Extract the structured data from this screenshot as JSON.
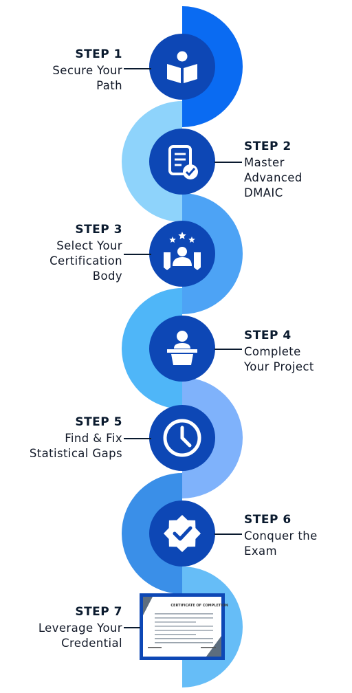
{
  "colors": {
    "icon_circle": "#0d47b5",
    "icon_fg": "#ffffff",
    "ink": "#0a1a2e"
  },
  "steps": [
    {
      "label": "STEP 1",
      "desc": "Secure Your\nPath",
      "icon": "open-book-reader-icon",
      "side": "left",
      "band_color": "#0a6bf2"
    },
    {
      "label": "STEP 2",
      "desc": "Master\nAdvanced\nDMAIC",
      "icon": "checked-document-icon",
      "side": "right",
      "band_color": "#8ed3fb"
    },
    {
      "label": "STEP 3",
      "desc": "Select Your\nCertification\nBody",
      "icon": "people-stars-icon",
      "side": "left",
      "band_color": "#4da3f5"
    },
    {
      "label": "STEP 4",
      "desc": "Complete\nYour Project",
      "icon": "presenter-podium-icon",
      "side": "right",
      "band_color": "#4fb6f8"
    },
    {
      "label": "STEP 5",
      "desc": "Find & Fix\nStatistical Gaps",
      "icon": "clock-icon",
      "side": "left",
      "band_color": "#7fb2fb"
    },
    {
      "label": "STEP 6",
      "desc": "Conquer the\nExam",
      "icon": "badge-check-icon",
      "side": "right",
      "band_color": "#3a8fe8"
    },
    {
      "label": "STEP 7",
      "desc": "Leverage Your\nCredential",
      "icon": "certificate-image",
      "side": "left",
      "band_color": "#66bdf7"
    }
  ],
  "certificate": {
    "title": "CERTIFICATE OF COMPLETION"
  }
}
